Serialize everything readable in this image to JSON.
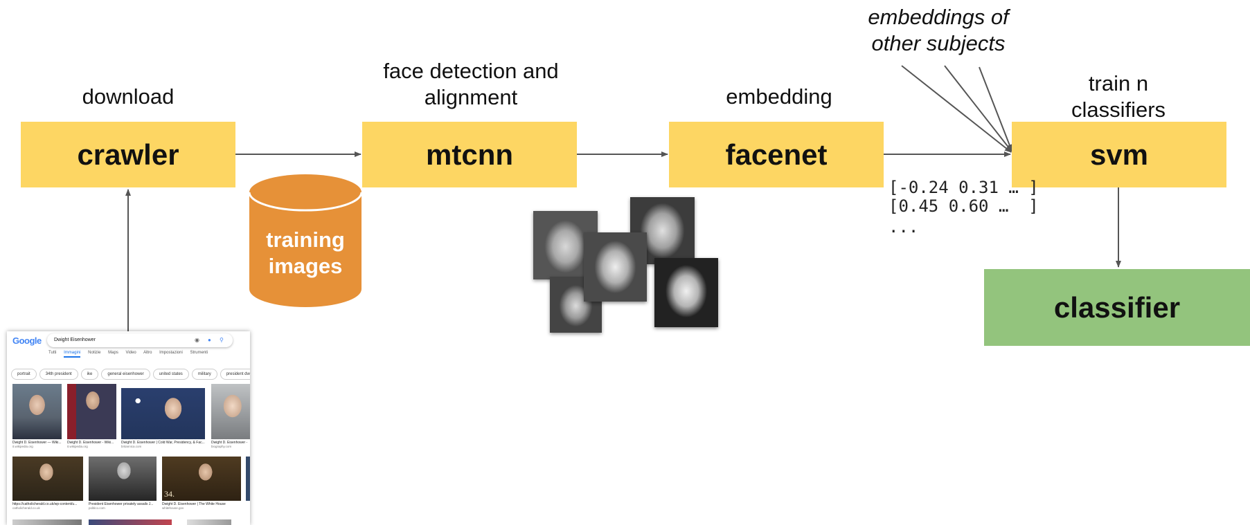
{
  "pipeline": {
    "crawler": {
      "box": "crawler",
      "label": "download"
    },
    "mtcnn": {
      "box": "mtcnn",
      "label_line1": "face detection and",
      "label_line2": "alignment"
    },
    "facenet": {
      "box": "facenet",
      "label": "embedding"
    },
    "svm": {
      "box": "svm",
      "label_line1": "train n",
      "label_line2": "classifiers"
    },
    "classifier": {
      "box": "classifier"
    },
    "database": {
      "line1": "training",
      "line2": "images"
    },
    "other_embeddings": {
      "line1": "embeddings of",
      "line2": "other subjects"
    },
    "vectors": {
      "line1": "[-0.24 0.31 … ]",
      "line2": "[0.45 0.60 …  ]",
      "line3": "..."
    }
  },
  "colors": {
    "yellow": "#fdd663",
    "green": "#93c47d",
    "orange": "#e69138",
    "arrow": "#555555"
  },
  "google": {
    "logo": "Google",
    "query": "Dwight Eisenhower",
    "tabs": [
      "Tutti",
      "Immagini",
      "Notizie",
      "Maps",
      "Video",
      "Altro",
      "Impostazioni",
      "Strumenti"
    ],
    "chips": [
      "portrait",
      "34th president",
      "ike",
      "general eisenhower",
      "united states",
      "military",
      "president dwight dav"
    ],
    "results": [
      {
        "title": "Dwight D. Eisenhower — Wiki...",
        "source": "it.wikipedia.org"
      },
      {
        "title": "Dwight D. Eisenhower - Wiki...",
        "source": "it.wikipedia.org"
      },
      {
        "title": "Dwight D. Eisenhower | Cold War, Presidency, & Fac...",
        "source": "britannica.com"
      },
      {
        "title": "Dwight D. Eisenhower -",
        "source": "biography.com"
      },
      {
        "title": "https://catholicherald.co.uk/wp-content/u...",
        "source": "catholicherald.co.uk"
      },
      {
        "title": "President Eisenhower privately assails J...",
        "source": "politico.com"
      },
      {
        "title": "Dwight D. Eisenhower | The White House",
        "source": "whitehouse.gov"
      }
    ],
    "photo_number": "34."
  }
}
